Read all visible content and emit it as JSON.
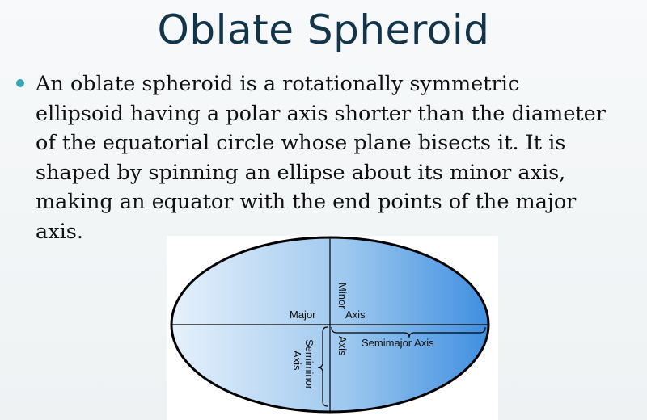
{
  "slide": {
    "title": "Oblate Spheroid",
    "body_lines": [
      "An oblate spheroid is a rotationally symmetric",
      "ellipsoid having a polar axis shorter than the diameter",
      "of the equatorial circle whose plane bisects it. It is",
      "shaped by spinning an ellipse about its minor axis,",
      "making an equator with the end points of the major",
      "axis."
    ],
    "bullet_color": "#3aa6b5",
    "title_color": "#14344a"
  },
  "diagram": {
    "labels": {
      "major": "Major",
      "axis_right": "Axis",
      "minor_axis_vertical": "Minor",
      "semimajor": "Semimajor Axis",
      "axis_vertical": "Axis",
      "semiminor": "Semiminor",
      "semiminor_axis": "Axis"
    },
    "fill_start": "#e6f1fb",
    "fill_end": "#3f8ee0"
  }
}
